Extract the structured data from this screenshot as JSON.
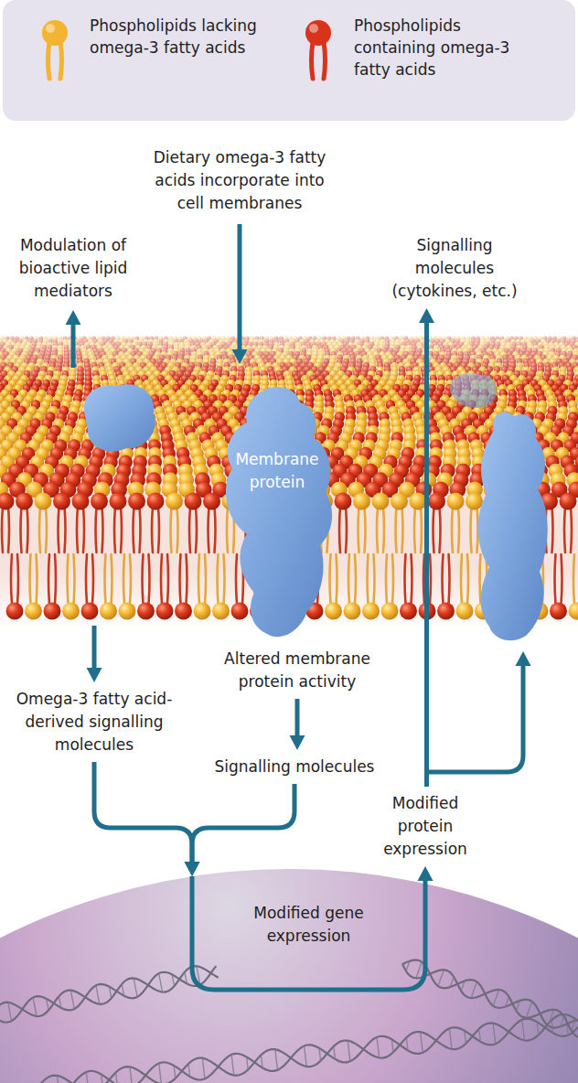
{
  "diagram": {
    "nodes": [
      {
        "text": [
          "Dietary omega-3 fatty acids incorporate into cell membranes"
        ]
      },
      {
        "text": [
          "Modulation of bioactive lipid mediators"
        ]
      },
      {
        "text": [
          "Signalling molecules (cytokines, etc.)"
        ]
      },
      {
        "text": [
          "Membrane protein"
        ]
      },
      {
        "text": [
          "Omega-3 fatty acid-derived signalling molecules"
        ]
      },
      {
        "text": [
          "Altered membrane protein activity"
        ]
      },
      {
        "text": [
          "Signalling molecules"
        ]
      },
      {
        "text": [
          "Modified protein expression"
        ]
      },
      {
        "text": [
          "Modified gene expression"
        ]
      }
    ],
    "edges": [
      {
        "from": 5,
        "to": 6,
        "arrow": "to"
      },
      {
        "from": 4,
        "to": 8,
        "arrow": "to"
      },
      {
        "from": 6,
        "to": 8,
        "arrow": "to"
      },
      {
        "from": 8,
        "to": 7,
        "arrow": "to"
      },
      {
        "from": 7,
        "to": 2,
        "arrow": "to"
      }
    ],
    "legend": [
      {
        "text": "Phospholipids lacking omega-3 fatty acids",
        "color": "#f2b431"
      },
      {
        "text": "Phospholipids containing omega-3 fatty acids",
        "color": "#d8341c"
      }
    ]
  }
}
